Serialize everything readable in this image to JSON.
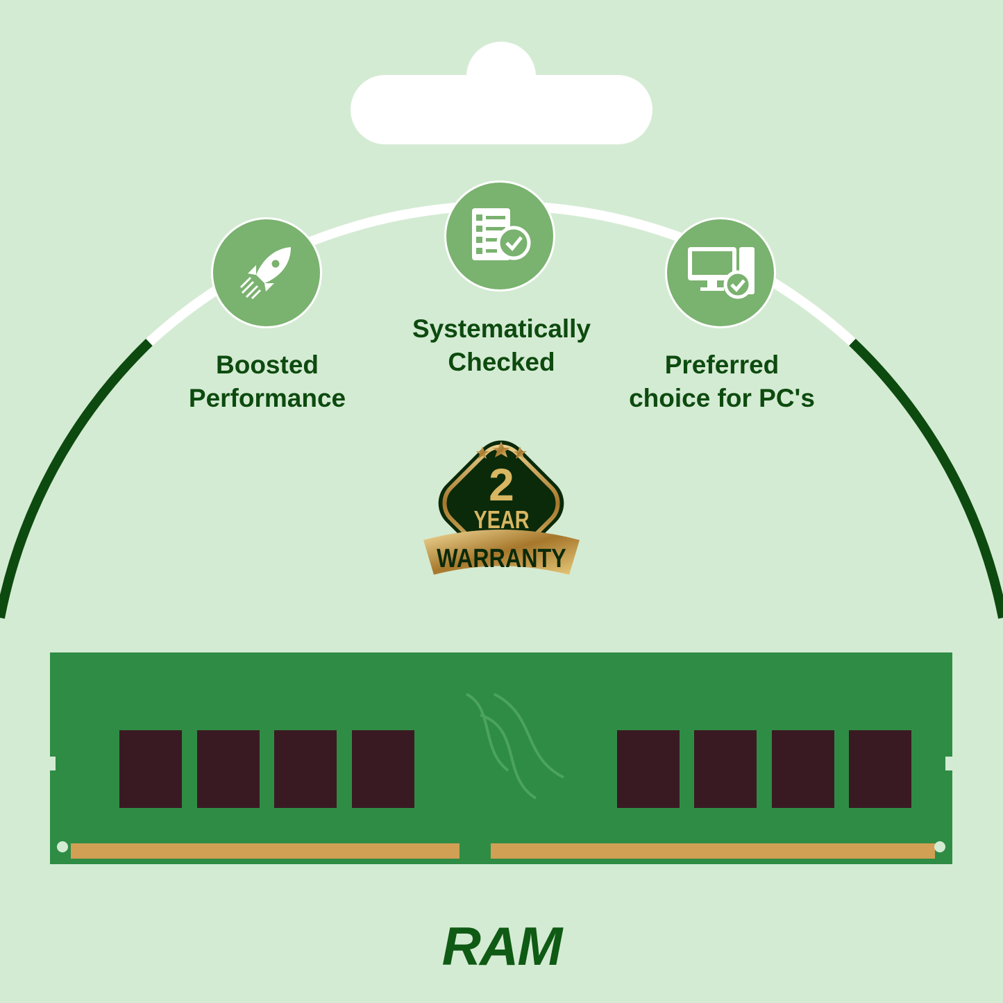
{
  "features": [
    {
      "label_line1": "Boosted",
      "label_line2": "Performance",
      "icon": "rocket-icon"
    },
    {
      "label_line1": "Systematically",
      "label_line2": "Checked",
      "icon": "checklist-icon"
    },
    {
      "label_line1": "Preferred",
      "label_line2": "choice for PC's",
      "icon": "computer-check-icon"
    }
  ],
  "badge": {
    "number": "2",
    "year": "YEAR",
    "warranty": "WARRANTY"
  },
  "brand": "RAM",
  "colors": {
    "background": "#d4ebd3",
    "accent": "#7ab26f",
    "dark_green": "#0d4a0f",
    "gold": "#c9a24a"
  }
}
